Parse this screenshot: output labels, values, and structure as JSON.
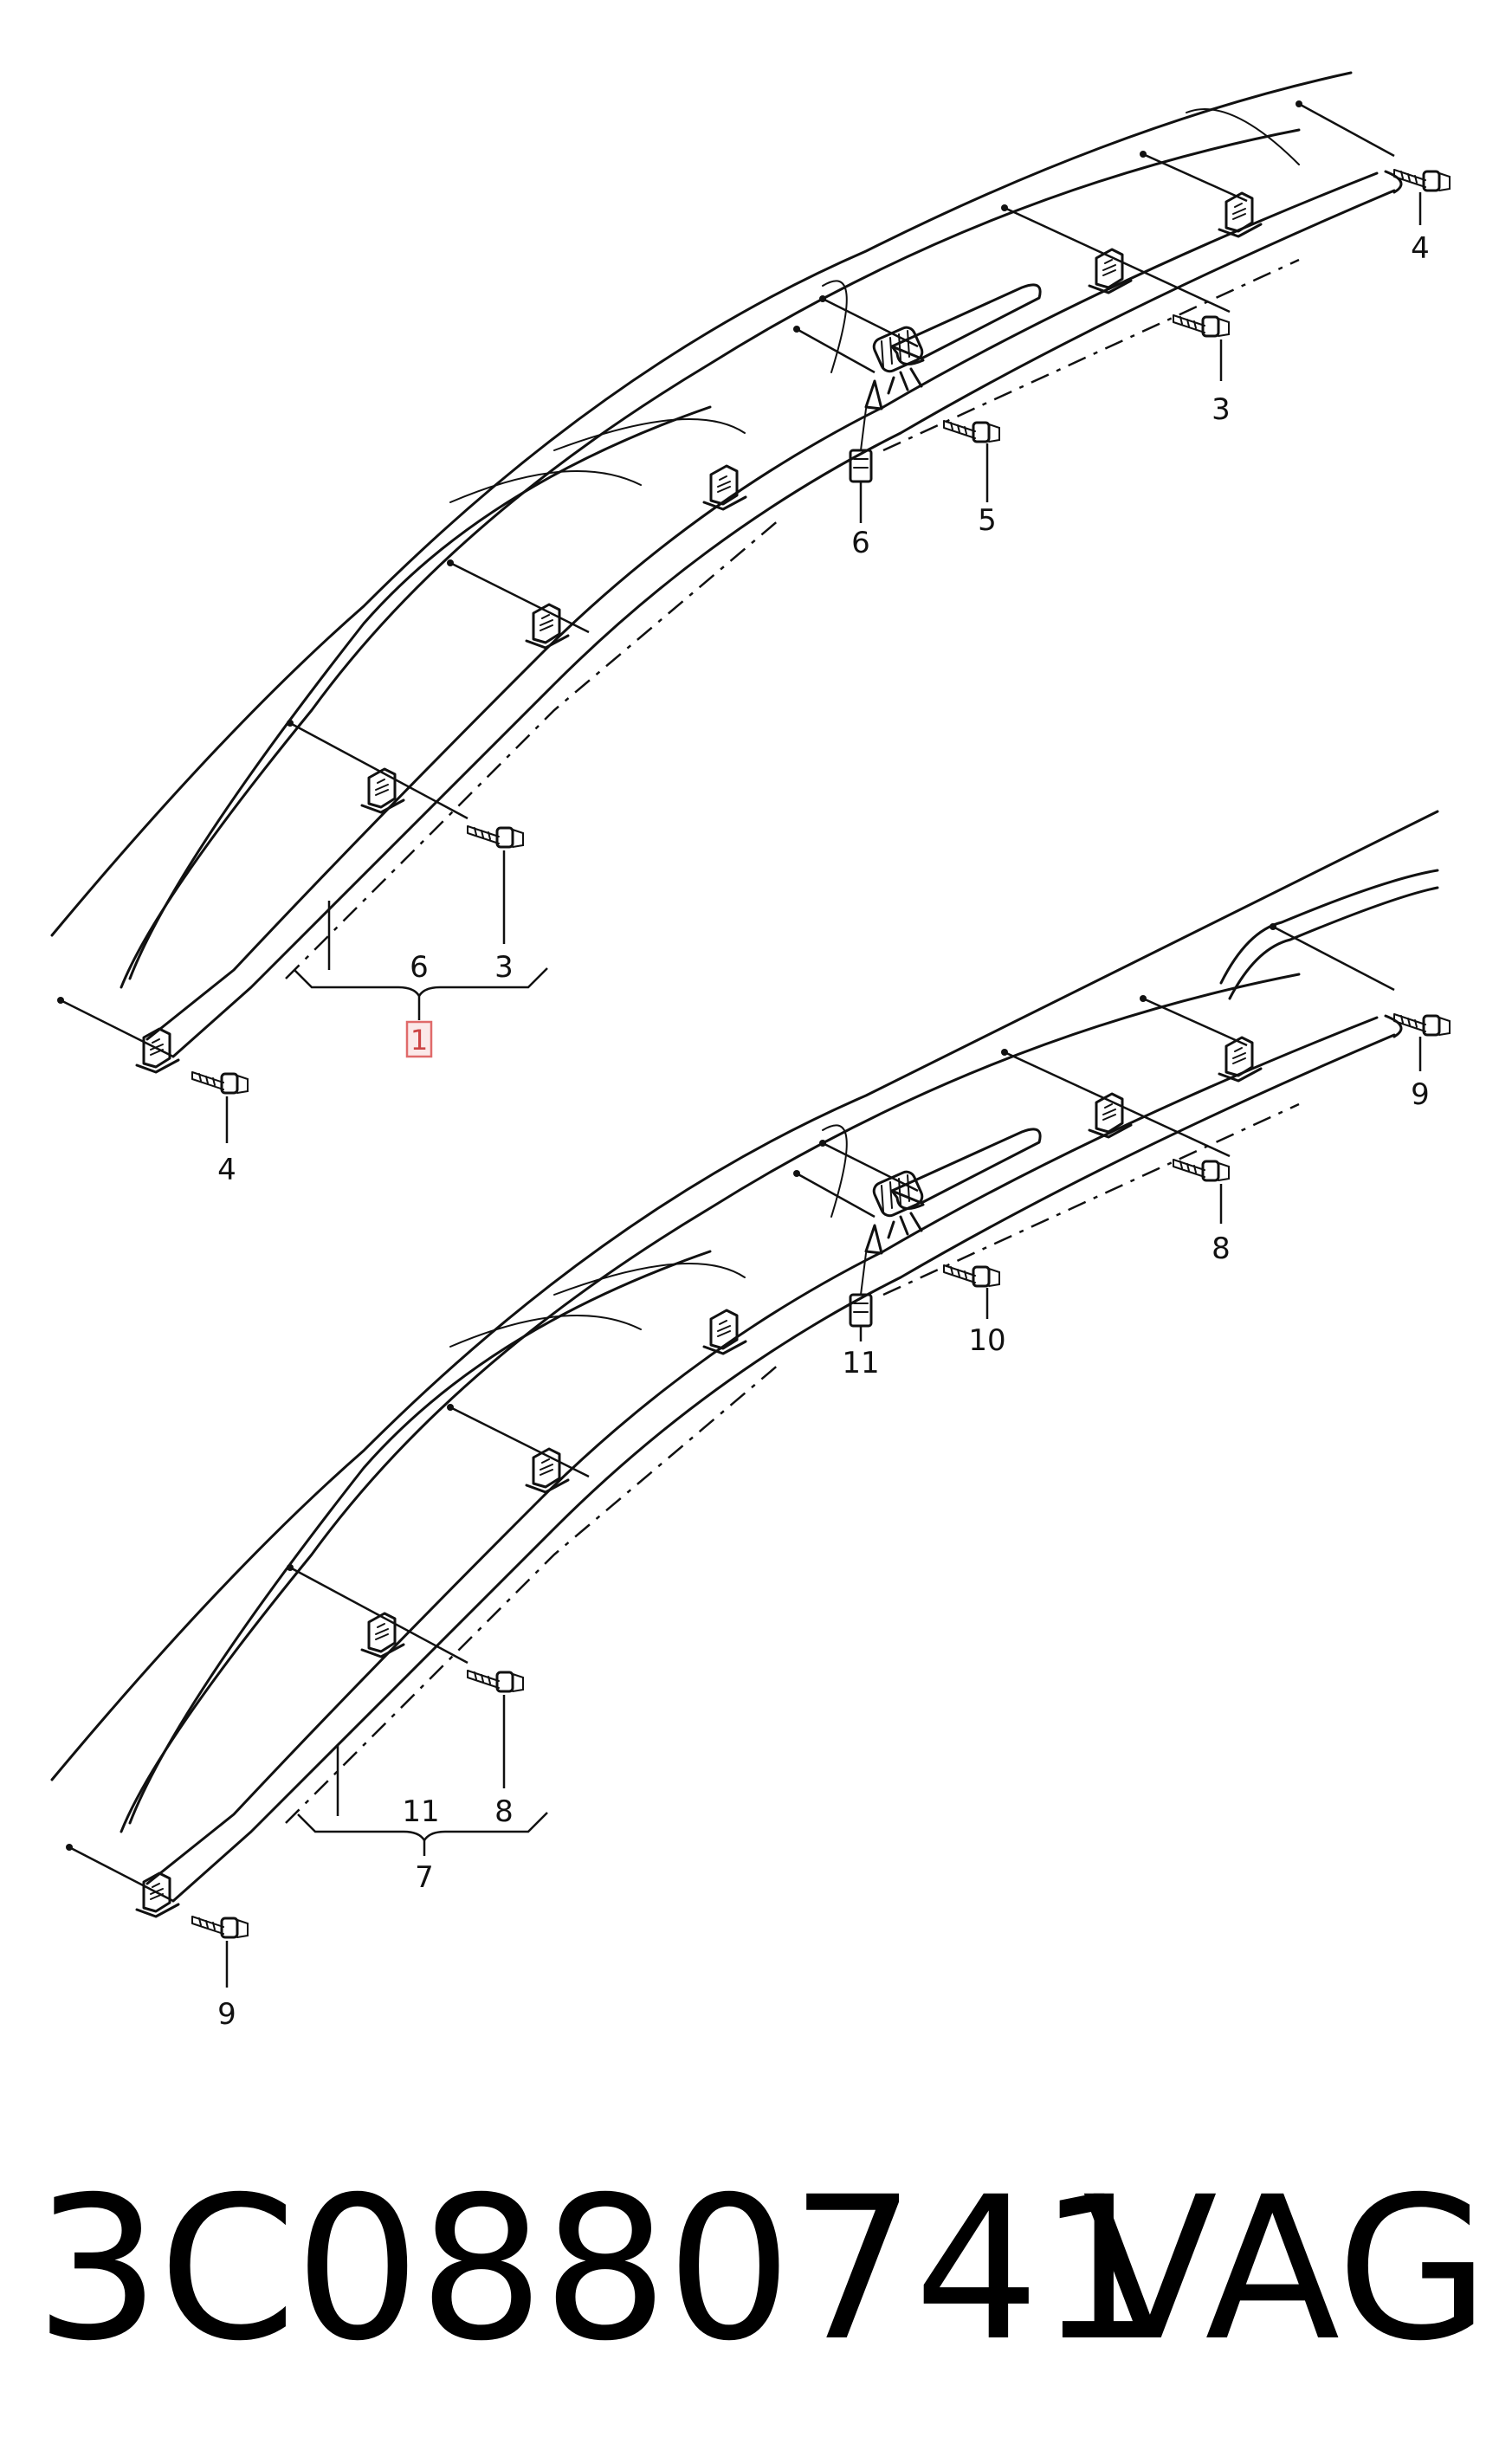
{
  "diagram": {
    "top_assembly": {
      "callouts": {
        "c4_right": "4",
        "c3_upper": "3",
        "c5": "5",
        "c6_connector": "6",
        "c6_bracket": "6",
        "c3_bracket": "3",
        "c1_assembly": "1",
        "c4_left": "4"
      }
    },
    "bottom_assembly": {
      "callouts": {
        "c9_right": "9",
        "c8_upper": "8",
        "c10": "10",
        "c11_connector": "11",
        "c11_bracket": "11",
        "c8_bracket": "8",
        "c7_assembly": "7",
        "c9_left": "9"
      }
    },
    "highlighted_callout": "1"
  },
  "footer": {
    "part_number": "3C0880741",
    "brand": "VAG"
  }
}
